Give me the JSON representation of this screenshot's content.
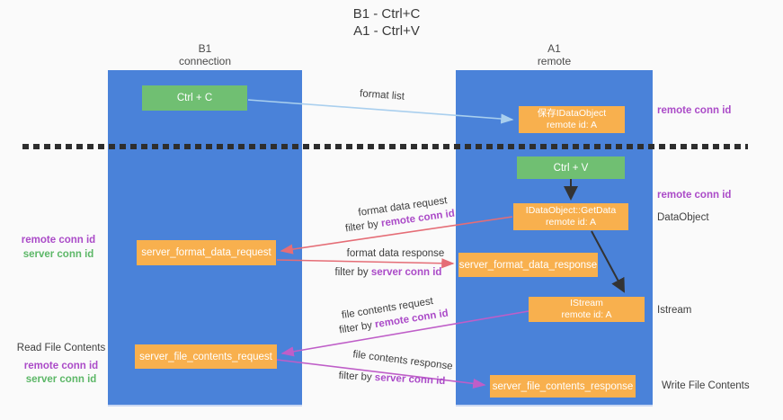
{
  "title": {
    "line1": "B1 - Ctrl+C",
    "line2": "A1 - Ctrl+V"
  },
  "lanes": {
    "left": {
      "header_line1": "B1",
      "header_line2": "connection"
    },
    "right": {
      "header_line1": "A1",
      "header_line2": "remote"
    }
  },
  "nodes": {
    "ctrl_c": {
      "label": "Ctrl + C"
    },
    "save_idataobject": {
      "line1": "保存IDataObject",
      "line2": "remote id: A"
    },
    "ctrl_v": {
      "label": "Ctrl + V"
    },
    "getdata": {
      "line1": "IDataObject::GetData",
      "line2": "remote id: A"
    },
    "server_format_data_request": {
      "label": "server_format_data_request"
    },
    "server_format_data_response": {
      "label": "server_format_data_response"
    },
    "istream": {
      "line1": "IStream",
      "line2": "remote id: A"
    },
    "server_file_contents_request": {
      "label": "server_file_contents_request"
    },
    "server_file_contents_response": {
      "label": "server_file_contents_response"
    }
  },
  "edge_labels": {
    "format_list": "format list",
    "format_data_request": "format data request",
    "format_data_response": "format data response",
    "file_contents_request": "file contents request",
    "file_contents_response": "file contents response",
    "filter_by": "filter by ",
    "remote_conn_id": "remote conn id",
    "server_conn_id": "server conn id"
  },
  "side_labels": {
    "remote_conn_id_top_right": "remote conn id",
    "remote_conn_id_mid_right": "remote conn id",
    "dataobject": "DataObject",
    "istream": "Istream",
    "write_file_contents": "Write File Contents",
    "read_file_contents": "Read File Contents",
    "remote_conn_id_left_1": "remote conn id",
    "server_conn_id_left_1": "server conn id",
    "remote_conn_id_left_2": "remote conn id",
    "server_conn_id_left_2": "server conn id"
  },
  "colors": {
    "lane_blue": "#4a82d9",
    "node_green": "#70bf72",
    "node_orange": "#f8b04e",
    "arrow_light_blue": "#a9cfee",
    "arrow_red": "#e56d76",
    "arrow_magenta": "#bf5ec8",
    "arrow_black": "#333333",
    "text_purple": "#ab4bc8",
    "text_green": "#5cb767",
    "background": "#fafafa"
  }
}
